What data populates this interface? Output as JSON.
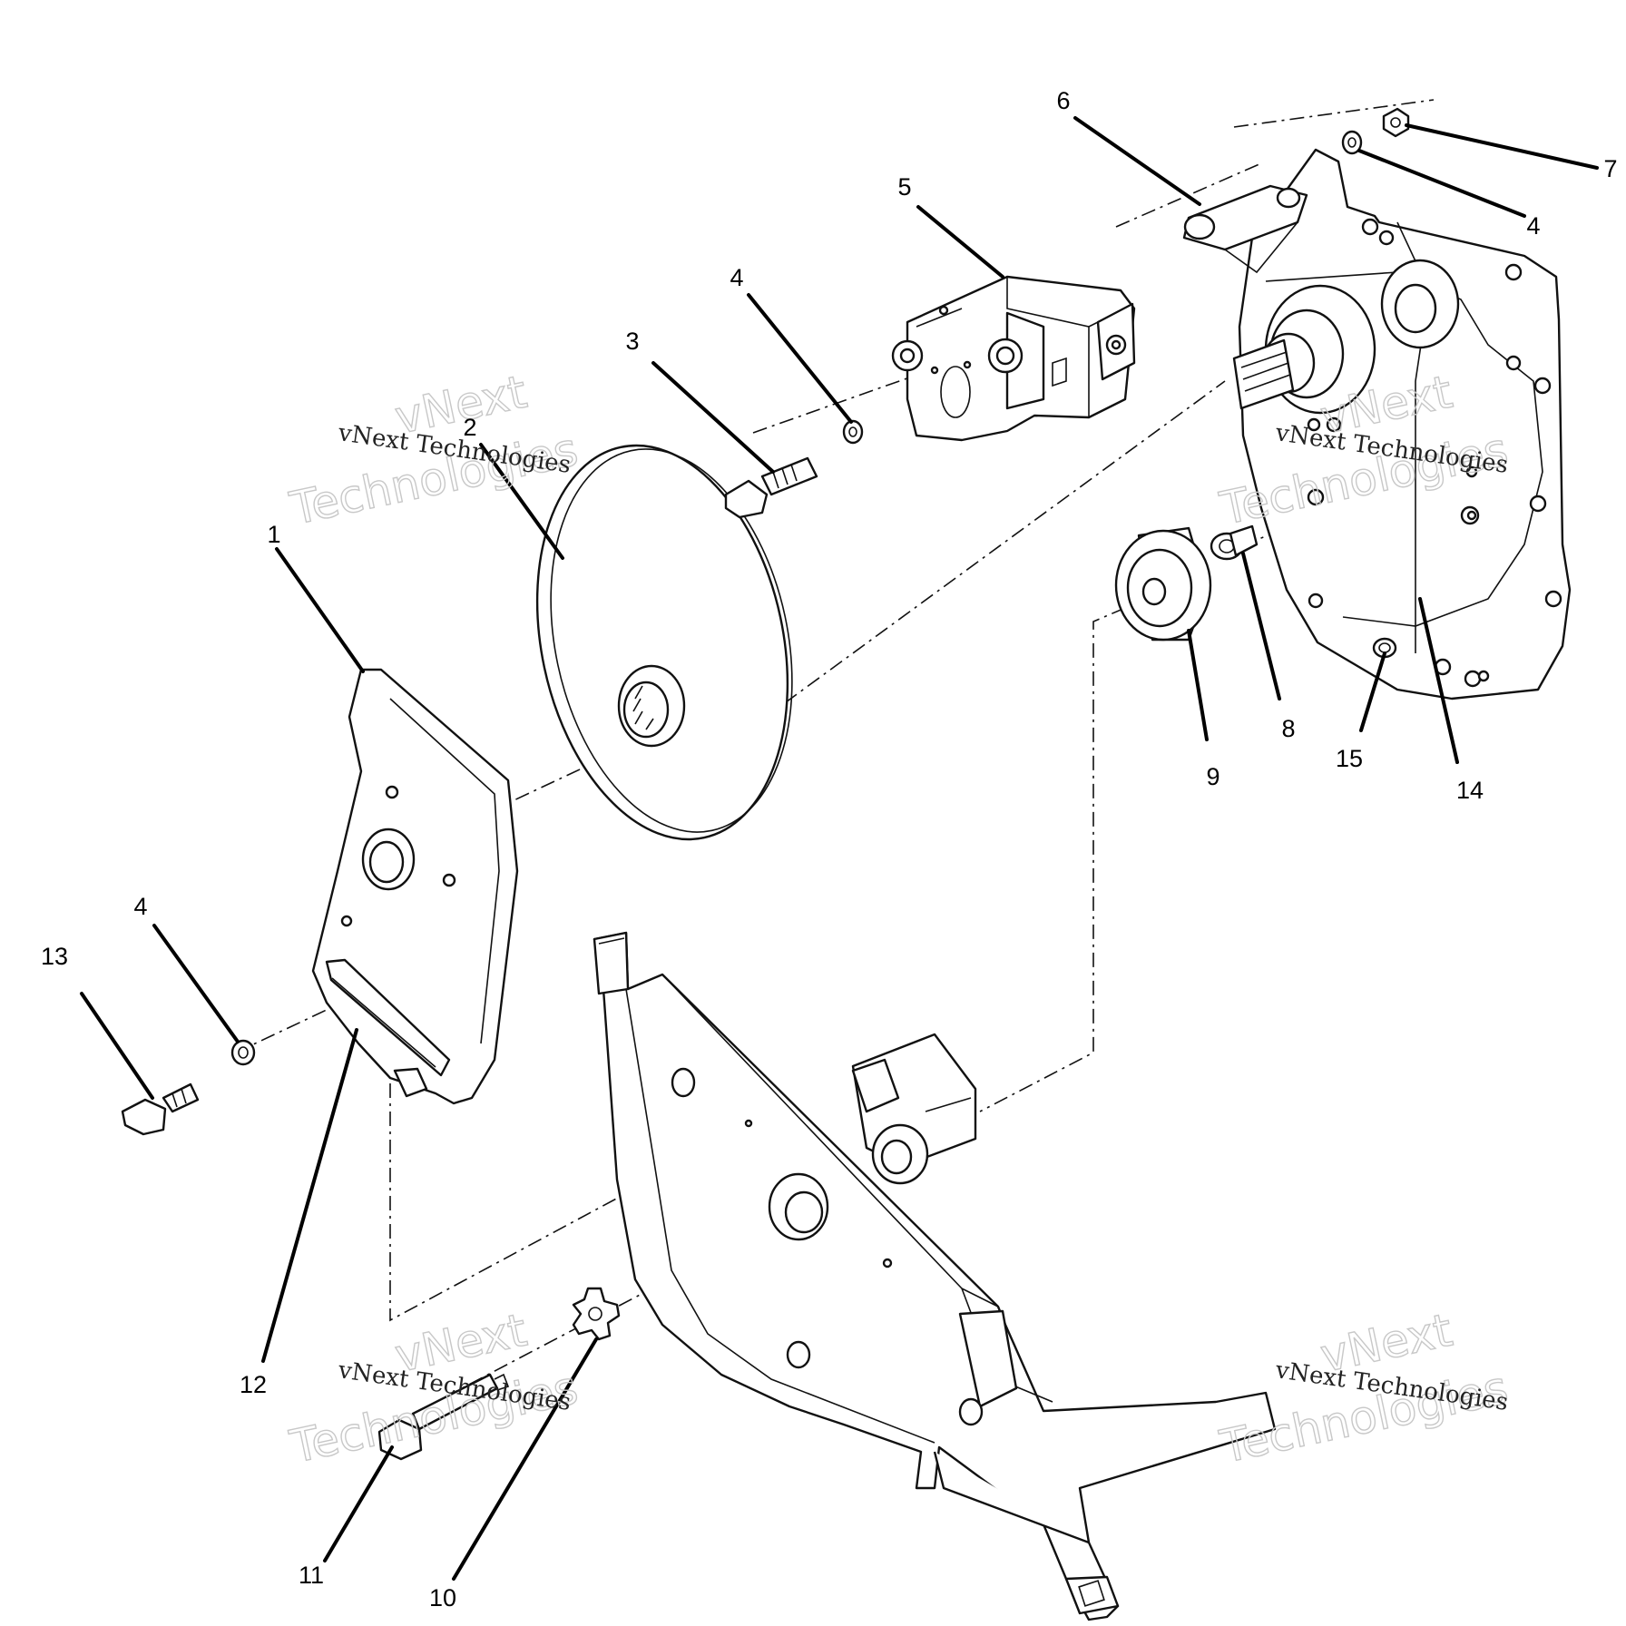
{
  "callouts": [
    {
      "id": "c1",
      "label": "1"
    },
    {
      "id": "c2",
      "label": "2"
    },
    {
      "id": "c3",
      "label": "3"
    },
    {
      "id": "c4a",
      "label": "4"
    },
    {
      "id": "c4b",
      "label": "4"
    },
    {
      "id": "c4c",
      "label": "4"
    },
    {
      "id": "c5",
      "label": "5"
    },
    {
      "id": "c6",
      "label": "6"
    },
    {
      "id": "c7",
      "label": "7"
    },
    {
      "id": "c8",
      "label": "8"
    },
    {
      "id": "c9",
      "label": "9"
    },
    {
      "id": "c10",
      "label": "10"
    },
    {
      "id": "c11",
      "label": "11"
    },
    {
      "id": "c12",
      "label": "12"
    },
    {
      "id": "c13",
      "label": "13"
    },
    {
      "id": "c14",
      "label": "14"
    },
    {
      "id": "c15",
      "label": "15"
    }
  ],
  "watermark": {
    "brand": "vNext",
    "word": "Technologies",
    "full": "vNext Technologies"
  }
}
